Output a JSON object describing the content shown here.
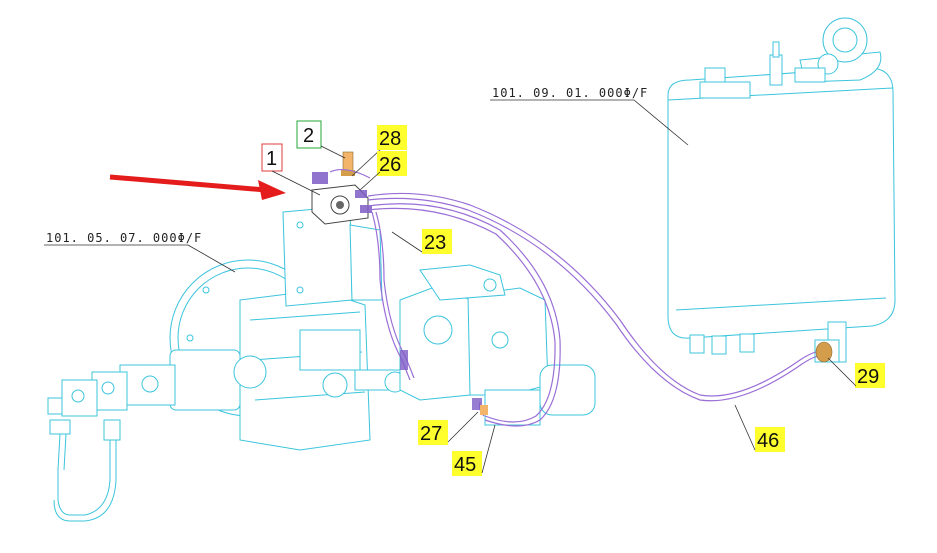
{
  "assemblies": {
    "gearbox_code": "101. 05. 07. 000Φ/F",
    "tank_code": "101. 09. 01. 000Φ/F"
  },
  "callouts": [
    {
      "id": "1",
      "style": "red-box"
    },
    {
      "id": "2",
      "style": "green-box"
    },
    {
      "id": "28",
      "style": "yellow"
    },
    {
      "id": "26",
      "style": "yellow"
    },
    {
      "id": "23",
      "style": "yellow"
    },
    {
      "id": "27",
      "style": "yellow"
    },
    {
      "id": "45",
      "style": "yellow"
    },
    {
      "id": "46",
      "style": "yellow"
    },
    {
      "id": "29",
      "style": "yellow"
    }
  ],
  "colors": {
    "outline": "#3cc4dc",
    "hose": "#9a6fd6",
    "highlight": "#ffff2e",
    "arrow": "#e51c1c",
    "box_red": "#e23b3b",
    "box_green": "#22a83a"
  },
  "icons": [
    "arrow-right-icon"
  ]
}
